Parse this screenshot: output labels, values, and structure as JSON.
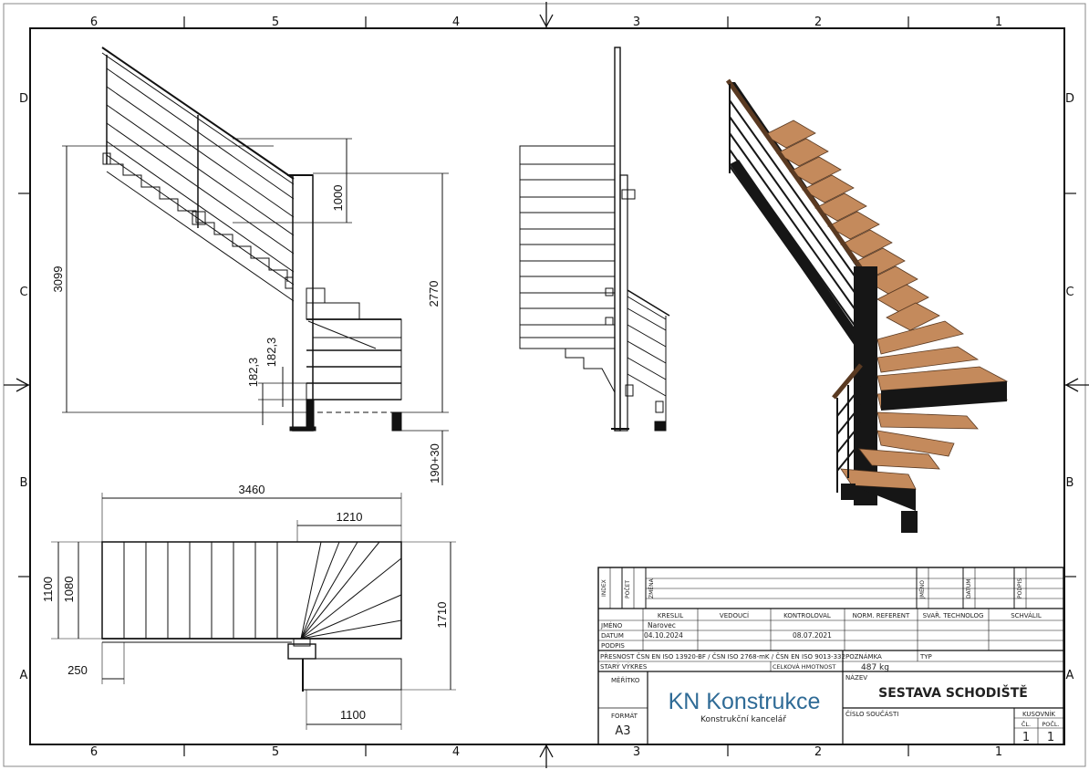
{
  "frame": {
    "columns": [
      "6",
      "5",
      "4",
      "3",
      "2",
      "1"
    ],
    "rows": [
      "D",
      "C",
      "B",
      "A"
    ]
  },
  "dimensions": {
    "side_total_height": "3099",
    "side_railing_height": "1000",
    "side_landing_height": "2770",
    "side_riser_a": "182,3",
    "side_riser_b": "182,3",
    "side_base": "190+30",
    "plan_total_length": "3460",
    "plan_winder_length": "1210",
    "plan_height_outer": "1100",
    "plan_height_inner": "1080",
    "plan_right_depth": "1710",
    "plan_offset": "250",
    "plan_bottom_width": "1100"
  },
  "revision_table": {
    "index_label": "INDEX",
    "count_label": "POČET",
    "change_label": "ZMĚNA",
    "name_label": "JMÉNO",
    "date_label": "DATUM",
    "sign_label": "PODPIS"
  },
  "title_block": {
    "headers": {
      "drawn": "KRESLIL",
      "head": "VEDOUCÍ",
      "checked": "KONTROLOVAL",
      "norm": "NORM. REFERENT",
      "tech": "SVAŘ. TECHNOLOG",
      "approved": "SCHVÁLIL"
    },
    "row_labels": {
      "name": "JMÉNO",
      "date": "DATUM",
      "sign": "PODPIS"
    },
    "drawn_name": "Narovec",
    "drawn_date": "04.10.2024",
    "checked_date": "08.07.2021",
    "accuracy": "PŘESNOST   ČSN EN ISO 13920-BF  /  ČSN ISO 2768-mK  /  ČSN EN ISO 9013-332",
    "note_label": "POZNÁMKA",
    "type_label": "TYP",
    "old_drawing_label": "STARÝ VÝKRES",
    "total_mass_label": "CELKOVÁ HMOTNOST",
    "total_mass": "487 kg",
    "name_label": "NÁZEV",
    "title": "SESTAVA SCHODIŠTĚ",
    "scale_label": "MĚŘÍTKO",
    "part_number_label": "ČÍSLO SOUČÁSTI",
    "format_label": "FORMÁT",
    "format": "A3",
    "bom_label": "KUSOVNÍK",
    "sheet_no_label": "ČL.",
    "sheet_count_label": "POČL.",
    "sheet_no": "1",
    "sheet_count": "1",
    "company_name": "KN Konstrukce",
    "company_subtitle": "Konstrukční kancelář"
  },
  "colors": {
    "line": "#111111",
    "tread": "#c48a5c",
    "tread_dark": "#8a5a36",
    "steel": "#161616",
    "logo": "#2f6b96"
  }
}
